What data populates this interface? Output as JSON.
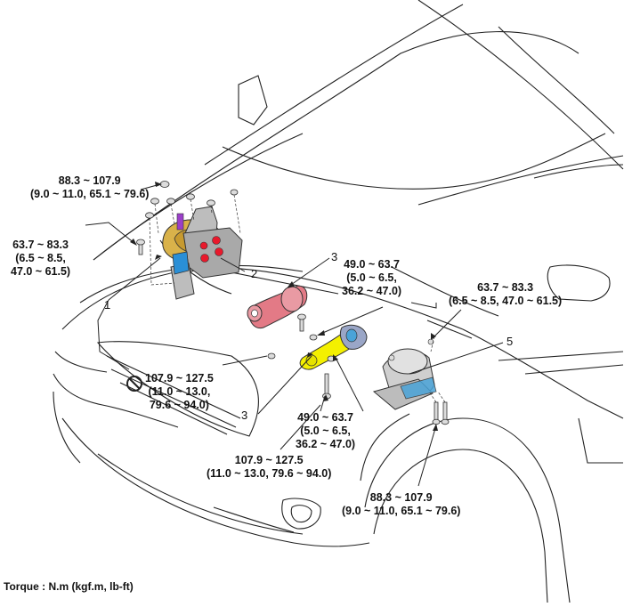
{
  "labels": {
    "t1_line1": "88.3 ~ 107.9",
    "t1_line2": "(9.0 ~ 11.0, 65.1 ~ 79.6)",
    "t2_line1": "63.7 ~ 83.3",
    "t2_line2": "(6.5 ~ 8.5,",
    "t2_line3": "47.0 ~ 61.5)",
    "t3_line1": "49.0 ~ 63.7",
    "t3_line2": "(5.0 ~ 6.5,",
    "t3_line3": "36.2 ~ 47.0)",
    "t4_line1": "63.7 ~ 83.3",
    "t4_line2": "(6.5 ~ 8.5, 47.0 ~ 61.5)",
    "t5_line1": "107.9 ~ 127.5",
    "t5_line2": "(11.0 ~ 13.0,",
    "t5_line3": "79.6 ~ 94.0)",
    "t6_line1": "49.0 ~ 63.7",
    "t6_line2": "(5.0 ~ 6.5,",
    "t6_line3": "36.2 ~ 47.0)",
    "t7_line1": "107.9 ~ 127.5",
    "t7_line2": "(11.0 ~ 13.0, 79.6 ~ 94.0)",
    "t8_line1": "88.3 ~ 107.9",
    "t8_line2": "(9.0 ~ 11.0, 65.1 ~ 79.6)"
  },
  "callouts": {
    "n1": "1",
    "n2": "2",
    "n3a": "3",
    "n3b": "3",
    "n5": "5"
  },
  "footer": {
    "torque_note": "Torque : N.m (kgf.m, lb-ft)"
  },
  "icons": {
    "no_reuse": "prohibition-icon"
  },
  "colors": {
    "transmission_mount": "#d9b24a",
    "mount_bolt_pad": "#e8192c",
    "front_roll_stopper": "#e37a86",
    "rear_roll_rod": "#f4f000",
    "engine_mount_accent": "#4aa3d8",
    "bracket_blue": "#2a8fd6",
    "line": "#222222"
  }
}
